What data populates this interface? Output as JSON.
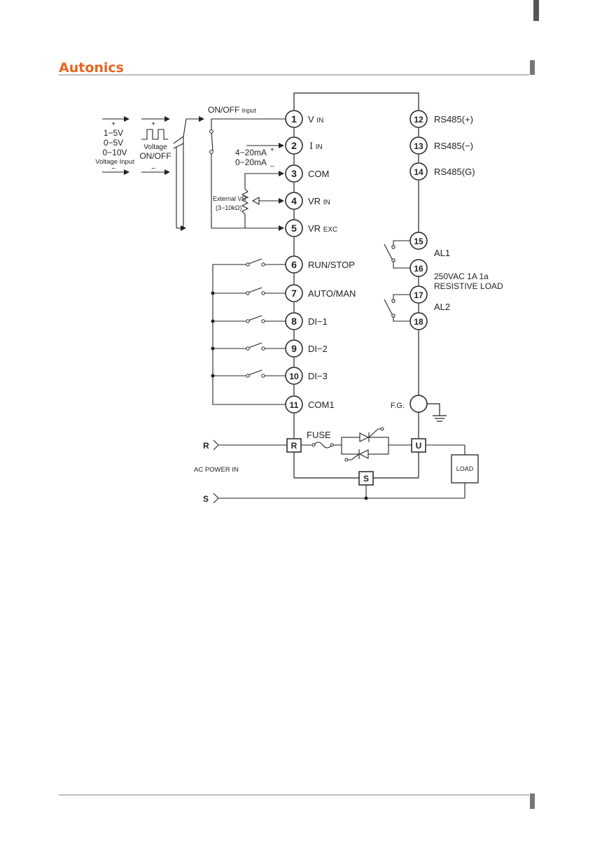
{
  "header": {
    "brand": "Autonics",
    "brand_color": "#e8641e"
  },
  "input_section": {
    "plus": "+",
    "minus": "−",
    "ranges": [
      "1−5V",
      "0−5V",
      "0−10V"
    ],
    "voltage_input": "Voltage Input",
    "voltage_onoff_line1": "Voltage",
    "voltage_onoff_line2": "ON/OFF",
    "onoff_input_main": "ON/OFF",
    "onoff_input_small": "Input",
    "current_1": "4−20mA",
    "current_2": "0−20mA",
    "current_plus": "+",
    "current_minus": "_",
    "external_vr": "External VR",
    "vr_range": "(3−10kΩ)"
  },
  "left_terminals": [
    {
      "num": "1",
      "label": "V",
      "sub": "IN"
    },
    {
      "num": "2",
      "label": "I",
      "sub": "IN"
    },
    {
      "num": "3",
      "label": "COM",
      "sub": ""
    },
    {
      "num": "4",
      "label": "VR",
      "sub": "IN"
    },
    {
      "num": "5",
      "label": "VR",
      "sub": "EXC"
    },
    {
      "num": "6",
      "label": "RUN/STOP",
      "sub": ""
    },
    {
      "num": "7",
      "label": "AUTO/MAN",
      "sub": ""
    },
    {
      "num": "8",
      "label": "DI−1",
      "sub": ""
    },
    {
      "num": "9",
      "label": "DI−2",
      "sub": ""
    },
    {
      "num": "10",
      "label": "DI−3",
      "sub": ""
    },
    {
      "num": "11",
      "label": "COM1",
      "sub": ""
    }
  ],
  "right_terminals": [
    {
      "num": "12",
      "label": "RS485(+)"
    },
    {
      "num": "13",
      "label": "RS485(−)"
    },
    {
      "num": "14",
      "label": "RS485(G)"
    },
    {
      "num": "15",
      "label": ""
    },
    {
      "num": "16",
      "label": ""
    },
    {
      "num": "17",
      "label": ""
    },
    {
      "num": "18",
      "label": ""
    }
  ],
  "alarms": {
    "al1": "AL1",
    "al2": "AL2",
    "rating_line1": "250VAC 1A 1a",
    "rating_line2": "RESISTIVE LOAD"
  },
  "power": {
    "fg": "F.G.",
    "fuse": "FUSE",
    "r_line": "R",
    "s_line": "S",
    "r_terminal": "R",
    "s_terminal": "S",
    "u_terminal": "U",
    "ac_power_in": "AC POWER IN",
    "load": "LOAD"
  }
}
